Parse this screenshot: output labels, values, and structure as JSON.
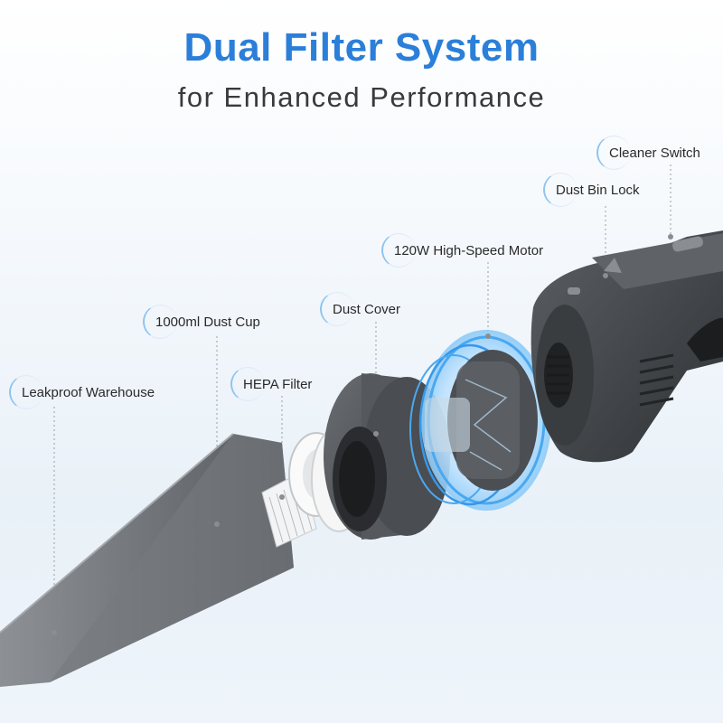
{
  "header": {
    "title": "Dual Filter System",
    "subtitle": "for Enhanced Performance"
  },
  "callouts": {
    "cleaner_switch": "Cleaner Switch",
    "dust_bin_lock": "Dust Bin Lock",
    "motor": "120W High-Speed Motor",
    "dust_cup": "1000ml Dust Cup",
    "dust_cover": "Dust Cover",
    "hepa_filter": "HEPA Filter",
    "leakproof_warehouse": "Leakproof Warehouse"
  },
  "colors": {
    "title": "#2b7fd9",
    "accent_ring": "#4aa8f0",
    "body_dark": "#45484c",
    "body_light": "#6e7277"
  }
}
